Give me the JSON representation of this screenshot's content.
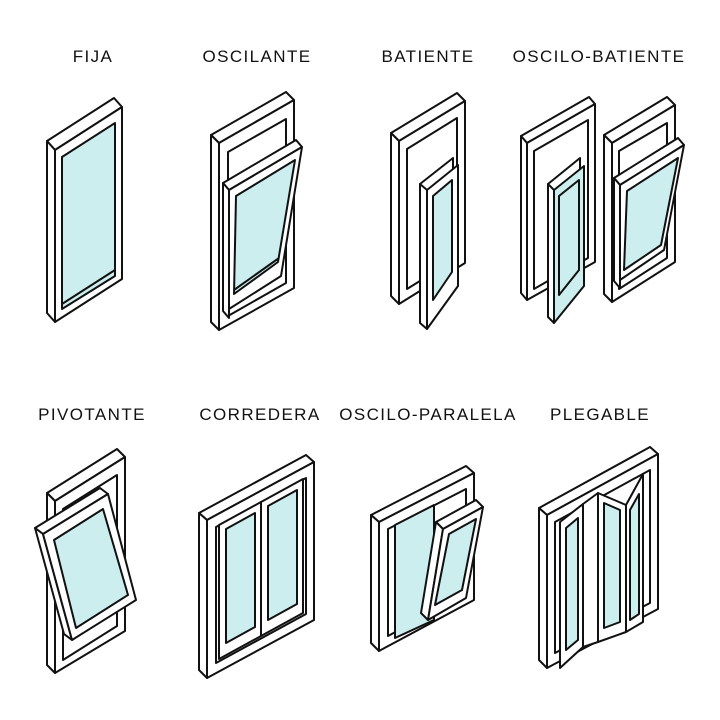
{
  "colors": {
    "stroke": "#111111",
    "frame": "#ffffff",
    "glass": "#cdeeee",
    "background": "#ffffff"
  },
  "windows": [
    {
      "label": "FIJA",
      "type": "fixed"
    },
    {
      "label": "OSCILANTE",
      "type": "tilt"
    },
    {
      "label": "BATIENTE",
      "type": "casement"
    },
    {
      "label": "OSCILO-BATIENTE",
      "type": "tilt-and-turn"
    },
    {
      "label": "PIVOTANTE",
      "type": "pivot"
    },
    {
      "label": "CORREDERA",
      "type": "sliding"
    },
    {
      "label": "OSCILO-PARALELA",
      "type": "parallel-tilt"
    },
    {
      "label": "PLEGABLE",
      "type": "folding"
    }
  ]
}
